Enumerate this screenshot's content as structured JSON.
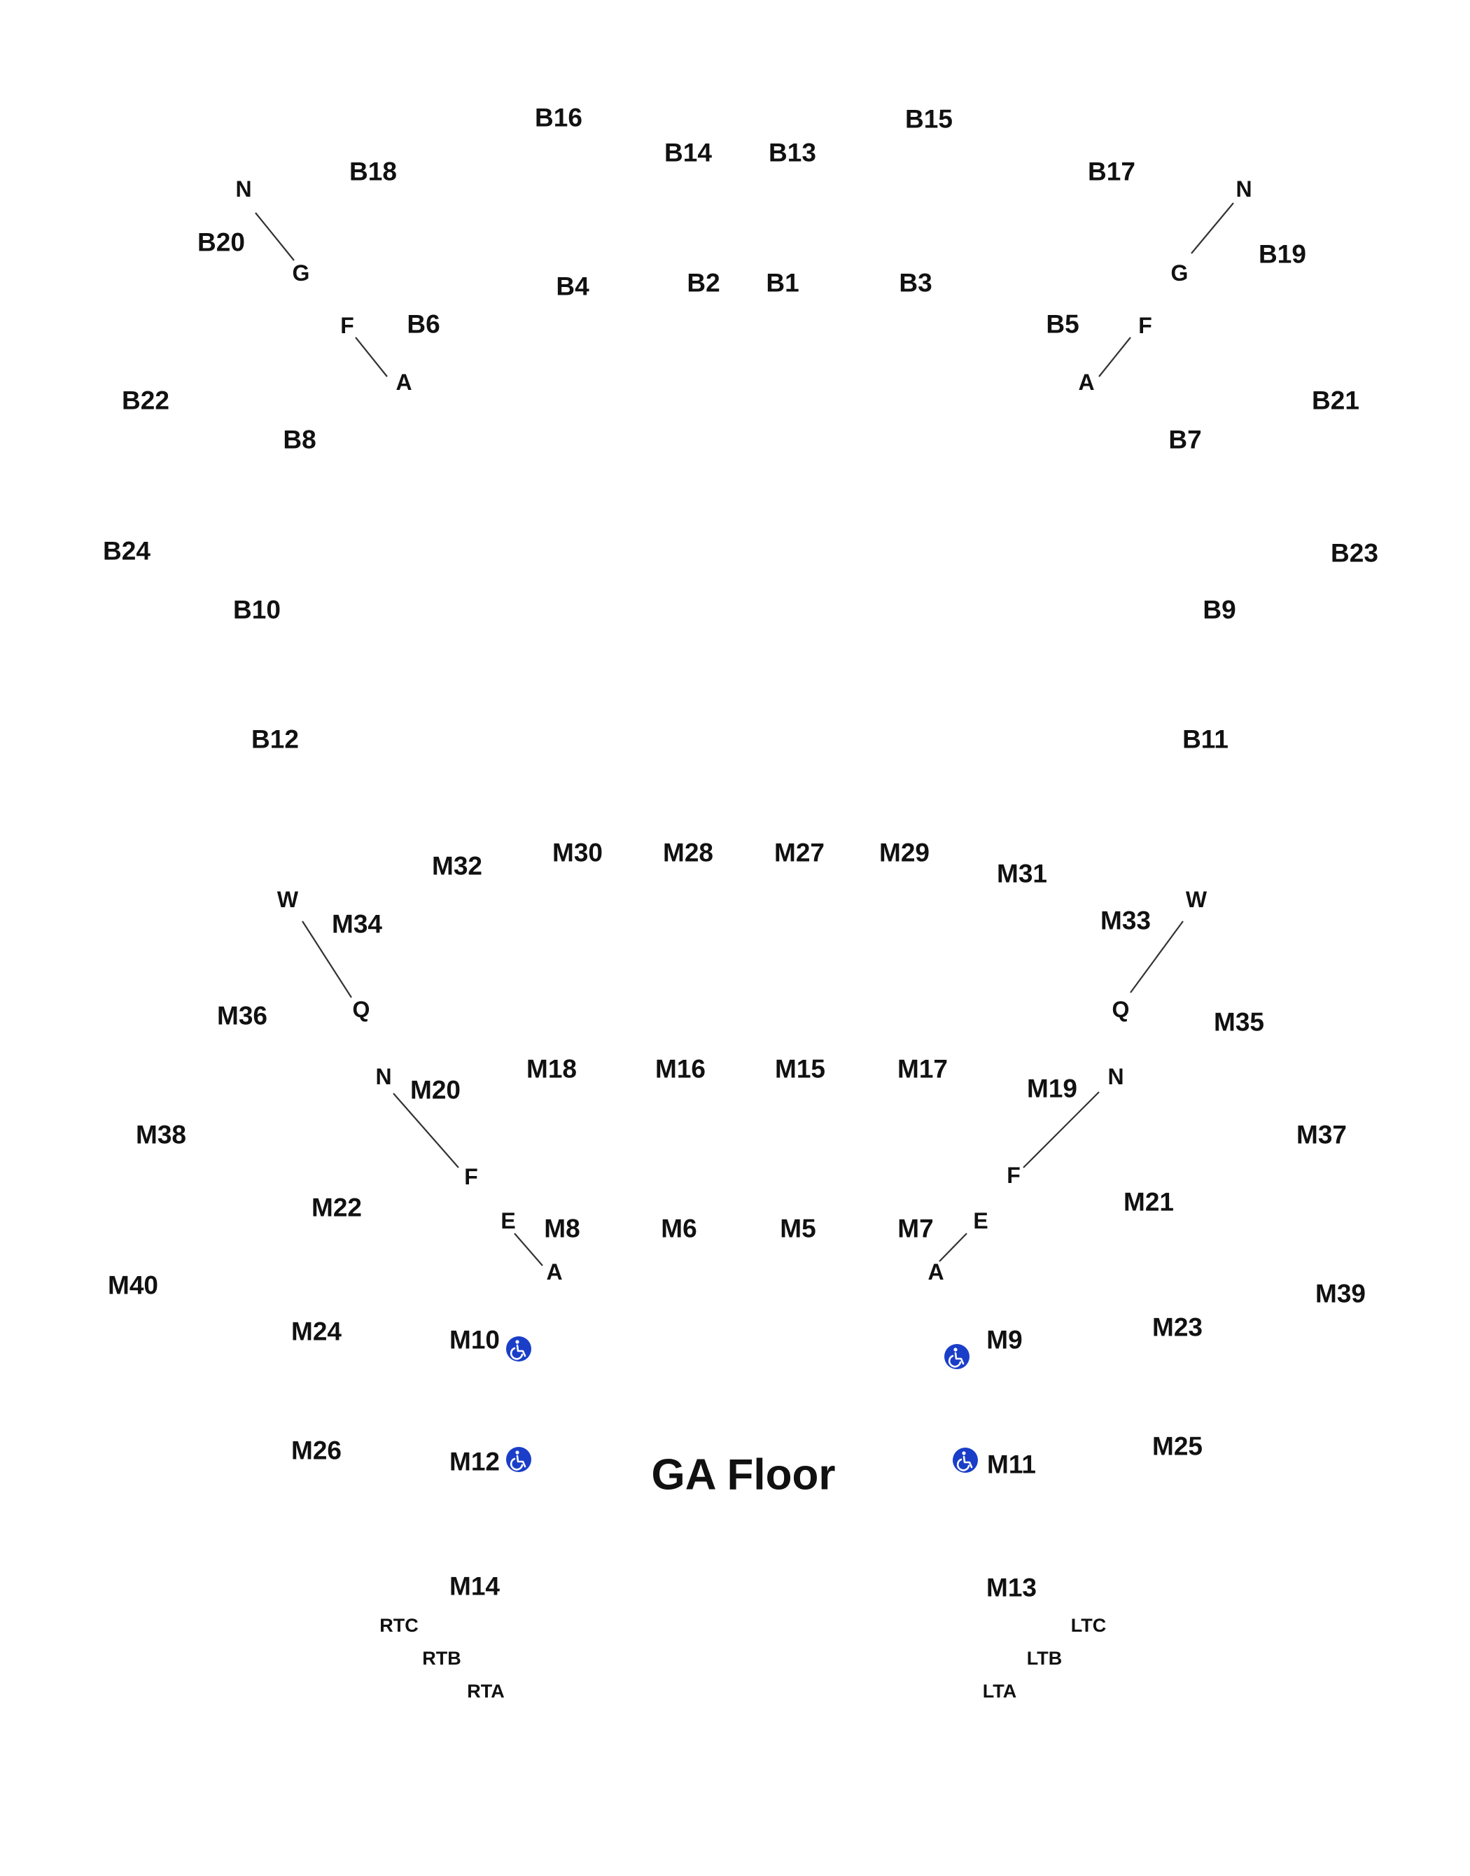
{
  "floor": {
    "label": "GA Floor"
  },
  "accessible_icon": {
    "icon": "wheelchair-icon",
    "color": "#1a3ec8"
  },
  "sections": {
    "B1": "B1",
    "B2": "B2",
    "B3": "B3",
    "B4": "B4",
    "B5": "B5",
    "B6": "B6",
    "B7": "B7",
    "B8": "B8",
    "B9": "B9",
    "B10": "B10",
    "B11": "B11",
    "B12": "B12",
    "B13": "B13",
    "B14": "B14",
    "B15": "B15",
    "B16": "B16",
    "B17": "B17",
    "B18": "B18",
    "B19": "B19",
    "B20": "B20",
    "B21": "B21",
    "B22": "B22",
    "B23": "B23",
    "B24": "B24",
    "M5": "M5",
    "M6": "M6",
    "M7": "M7",
    "M8": "M8",
    "M9": "M9",
    "M10": "M10",
    "M11": "M11",
    "M12": "M12",
    "M13": "M13",
    "M14": "M14",
    "M15": "M15",
    "M16": "M16",
    "M17": "M17",
    "M18": "M18",
    "M19": "M19",
    "M20": "M20",
    "M21": "M21",
    "M22": "M22",
    "M23": "M23",
    "M24": "M24",
    "M25": "M25",
    "M26": "M26",
    "M27": "M27",
    "M28": "M28",
    "M29": "M29",
    "M30": "M30",
    "M31": "M31",
    "M32": "M32",
    "M33": "M33",
    "M34": "M34",
    "M35": "M35",
    "M36": "M36",
    "M37": "M37",
    "M38": "M38",
    "M39": "M39",
    "M40": "M40"
  },
  "row_letters": {
    "N": "N",
    "G": "G",
    "F": "F",
    "A": "A",
    "W": "W",
    "Q": "Q",
    "E": "E"
  },
  "risers": {
    "RTC": "RTC",
    "RTB": "RTB",
    "RTA": "RTA",
    "LTC": "LTC",
    "LTB": "LTB",
    "LTA": "LTA"
  }
}
